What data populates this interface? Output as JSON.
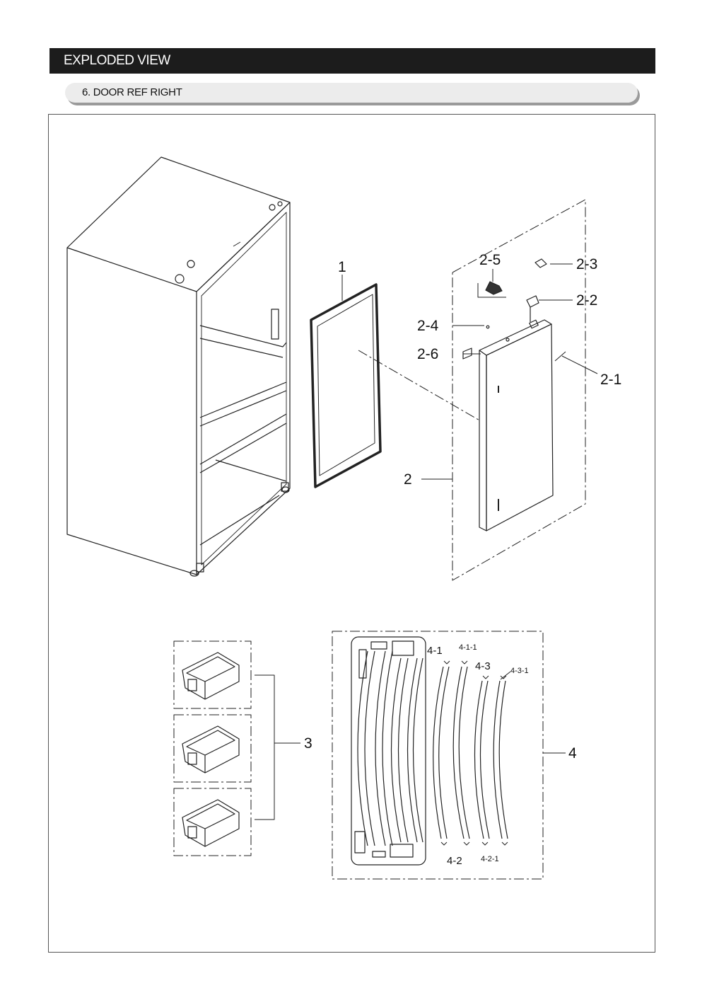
{
  "header": {
    "title": "EXPLODED VIEW"
  },
  "section": {
    "title": "6. DOOR REF RIGHT"
  },
  "callouts": {
    "c1": "1",
    "c2": "2",
    "c2_1": "2-1",
    "c2_2": "2-2",
    "c2_3": "2-3",
    "c2_4": "2-4",
    "c2_5": "2-5",
    "c2_6": "2-6",
    "c3": "3",
    "c4": "4",
    "c4_1": "4-1",
    "c4_1_1": "4-1-1",
    "c4_2": "4-2",
    "c4_2_1": "4-2-1",
    "c4_3": "4-3",
    "c4_3_1": "4-3-1"
  }
}
